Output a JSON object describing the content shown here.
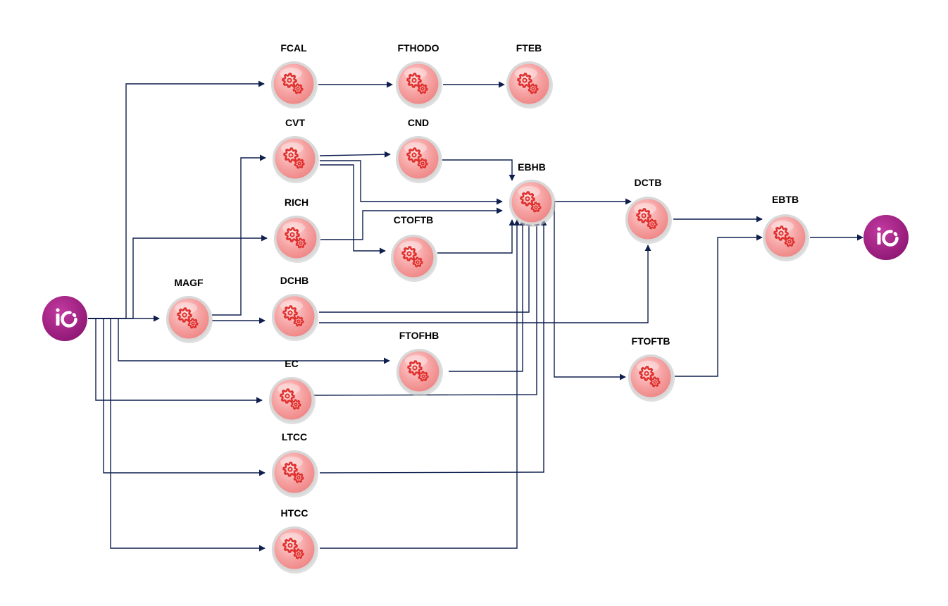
{
  "colors": {
    "edge": "#0f1f4e",
    "node_fill": "#f49a9a",
    "node_ring": "#d8d8d8",
    "gear": "#e0302e",
    "io_fill": "#9c1c7c"
  },
  "io_nodes": [
    {
      "id": "source",
      "icon": "io-logo-icon",
      "label": "iO"
    },
    {
      "id": "sink",
      "icon": "io-logo-icon",
      "label": "iO"
    }
  ],
  "nodes": [
    {
      "id": "FCAL",
      "label": "FCAL",
      "icon": "gears-icon"
    },
    {
      "id": "FTHODO",
      "label": "FTHODO",
      "icon": "gears-icon"
    },
    {
      "id": "FTEB",
      "label": "FTEB",
      "icon": "gears-icon"
    },
    {
      "id": "CVT",
      "label": "CVT",
      "icon": "gears-icon"
    },
    {
      "id": "CND",
      "label": "CND",
      "icon": "gears-icon"
    },
    {
      "id": "EBHB",
      "label": "EBHB",
      "icon": "gears-icon"
    },
    {
      "id": "DCTB",
      "label": "DCTB",
      "icon": "gears-icon"
    },
    {
      "id": "RICH",
      "label": "RICH",
      "icon": "gears-icon"
    },
    {
      "id": "CTOFTB",
      "label": "CTOFTB",
      "icon": "gears-icon"
    },
    {
      "id": "EBTB",
      "label": "EBTB",
      "icon": "gears-icon"
    },
    {
      "id": "MAGF",
      "label": "MAGF",
      "icon": "gears-icon"
    },
    {
      "id": "DCHB",
      "label": "DCHB",
      "icon": "gears-icon"
    },
    {
      "id": "FTOFHB",
      "label": "FTOFHB",
      "icon": "gears-icon"
    },
    {
      "id": "FTOFTB",
      "label": "FTOFTB",
      "icon": "gears-icon"
    },
    {
      "id": "EC",
      "label": "EC",
      "icon": "gears-icon"
    },
    {
      "id": "LTCC",
      "label": "LTCC",
      "icon": "gears-icon"
    },
    {
      "id": "HTCC",
      "label": "HTCC",
      "icon": "gears-icon"
    }
  ],
  "edges": [
    {
      "from": "source",
      "to": "FCAL"
    },
    {
      "from": "source",
      "to": "RICH"
    },
    {
      "from": "source",
      "to": "MAGF"
    },
    {
      "from": "source",
      "to": "FTOFHB"
    },
    {
      "from": "source",
      "to": "EC"
    },
    {
      "from": "source",
      "to": "LTCC"
    },
    {
      "from": "source",
      "to": "HTCC"
    },
    {
      "from": "FCAL",
      "to": "FTHODO"
    },
    {
      "from": "FTHODO",
      "to": "FTEB"
    },
    {
      "from": "MAGF",
      "to": "CVT"
    },
    {
      "from": "MAGF",
      "to": "DCHB"
    },
    {
      "from": "CVT",
      "to": "CND"
    },
    {
      "from": "CVT",
      "to": "EBHB"
    },
    {
      "from": "CVT",
      "to": "CTOFTB"
    },
    {
      "from": "CND",
      "to": "EBHB"
    },
    {
      "from": "RICH",
      "to": "EBHB"
    },
    {
      "from": "CTOFTB",
      "to": "EBHB"
    },
    {
      "from": "DCHB",
      "to": "EBHB"
    },
    {
      "from": "DCHB",
      "to": "DCTB"
    },
    {
      "from": "FTOFHB",
      "to": "EBHB"
    },
    {
      "from": "EC",
      "to": "EBHB"
    },
    {
      "from": "LTCC",
      "to": "EBHB"
    },
    {
      "from": "HTCC",
      "to": "EBHB"
    },
    {
      "from": "EBHB",
      "to": "DCTB"
    },
    {
      "from": "EBHB",
      "to": "FTOFTB"
    },
    {
      "from": "DCTB",
      "to": "EBTB"
    },
    {
      "from": "FTOFTB",
      "to": "EBTB"
    },
    {
      "from": "EBTB",
      "to": "sink"
    }
  ]
}
